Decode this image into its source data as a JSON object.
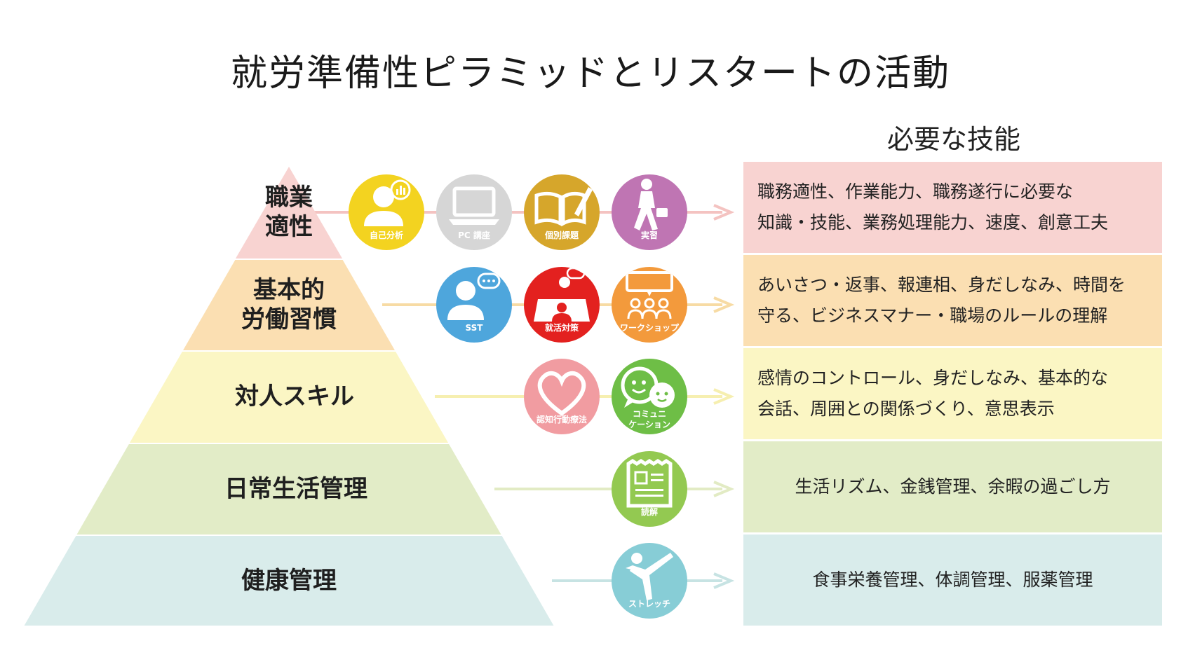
{
  "title": "就労準備性ピラミッドとリスタートの活動",
  "skills_heading": "必要な技能",
  "colors": {
    "level1": "#f8d3d1",
    "level2": "#fbdfb2",
    "level3": "#fbf6c4",
    "level4": "#e2ecc7",
    "level5": "#d9eceb"
  },
  "levels": [
    {
      "label": "職業\n適性",
      "skills": "職務適性、作業能力、職務遂行に必要な\n知識・技能、業務処理能力、速度、創意工夫"
    },
    {
      "label": "基本的\n労働習慣",
      "skills": "あいさつ・返事、報連相、身だしなみ、時間を\n守る、ビジネスマナー・職場のルールの理解"
    },
    {
      "label": "対人スキル",
      "skills": "感情のコントロール、身だしなみ、基本的な\n会話、周囲との関係づくり、意思表示"
    },
    {
      "label": "日常生活管理",
      "skills": "生活リズム、金銭管理、余暇の過ごし方"
    },
    {
      "label": "健康管理",
      "skills": "食事栄養管理、体調管理、服薬管理"
    }
  ],
  "activities": [
    [
      {
        "label": "自己分析",
        "icon": "person-chart-icon",
        "color": "#f3d320"
      },
      {
        "label": "PC 講座",
        "icon": "laptop-icon",
        "color": "#d6d6d6"
      },
      {
        "label": "個別課題",
        "icon": "book-pen-icon",
        "color": "#d6a62b"
      },
      {
        "label": "実習",
        "icon": "businessman-walking-icon",
        "color": "#bf75b3"
      }
    ],
    [
      {
        "label": "SST",
        "icon": "person-speech-icon",
        "color": "#4ea6dc"
      },
      {
        "label": "就活対策",
        "icon": "interview-desk-icon",
        "color": "#e3211f"
      },
      {
        "label": "ワークショップ",
        "icon": "group-board-icon",
        "color": "#f39a3c"
      }
    ],
    [
      {
        "label": "認知行動療法",
        "icon": "heart-icon",
        "color": "#f19ca1"
      },
      {
        "label": "コミュニ\nケーション",
        "icon": "chat-faces-icon",
        "color": "#6ebe46"
      }
    ],
    [
      {
        "label": "読解",
        "icon": "newspaper-icon",
        "color": "#93c951"
      }
    ],
    [
      {
        "label": "ストレッチ",
        "icon": "stretch-pose-icon",
        "color": "#87cdd6"
      }
    ]
  ]
}
